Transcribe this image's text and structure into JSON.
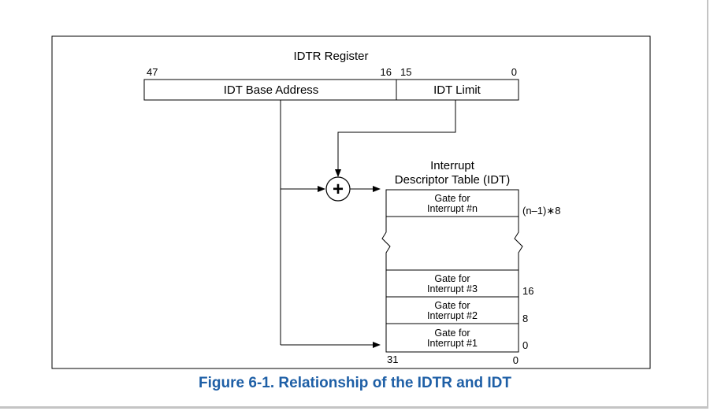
{
  "figure": {
    "register_title": "IDTR Register",
    "bits": {
      "b47": "47",
      "b16": "16",
      "b15": "15",
      "b0": "0"
    },
    "base_field": "IDT Base Address",
    "limit_field": "IDT Limit",
    "adder_symbol": "+",
    "table_title_line1": "Interrupt",
    "table_title_line2": "Descriptor Table (IDT)",
    "gates": [
      {
        "line1": "Gate for",
        "line2": "Interrupt #n",
        "offset": "(n–1)∗8"
      },
      {
        "line1": "Gate for",
        "line2": "Interrupt #3",
        "offset": "16"
      },
      {
        "line1": "Gate for",
        "line2": "Interrupt #2",
        "offset": "8"
      },
      {
        "line1": "Gate for",
        "line2": "Interrupt #1",
        "offset": "0"
      }
    ],
    "table_bits": {
      "left": "31",
      "right": "0"
    }
  },
  "caption": "Figure 6-1.  Relationship of the IDTR and IDT",
  "colors": {
    "caption": "#1e5fa6",
    "lines": "#000000",
    "page_border": "#c4c4c4"
  }
}
